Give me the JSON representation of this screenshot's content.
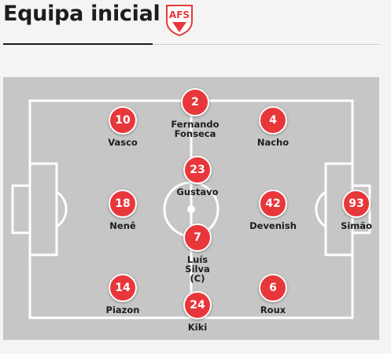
{
  "header": {
    "title": "Equipa inicial",
    "logo_text": "AFS",
    "logo_color": "#e8373b"
  },
  "pitch": {
    "background": "#c6c6c6",
    "line_color": "#ffffff"
  },
  "players": [
    {
      "number": "2",
      "name": "Fernando\nFonseca"
    },
    {
      "number": "10",
      "name": "Vasco"
    },
    {
      "number": "4",
      "name": "Nacho"
    },
    {
      "number": "23",
      "name": "Gustavo"
    },
    {
      "number": "18",
      "name": "Nenê"
    },
    {
      "number": "42",
      "name": "Devenish"
    },
    {
      "number": "93",
      "name": "Simão"
    },
    {
      "number": "7",
      "name": "Luís\nSilva\n(C)"
    },
    {
      "number": "14",
      "name": "Piazon"
    },
    {
      "number": "6",
      "name": "Roux"
    },
    {
      "number": "24",
      "name": "Kiki"
    }
  ],
  "badge_color": "#e8373b"
}
